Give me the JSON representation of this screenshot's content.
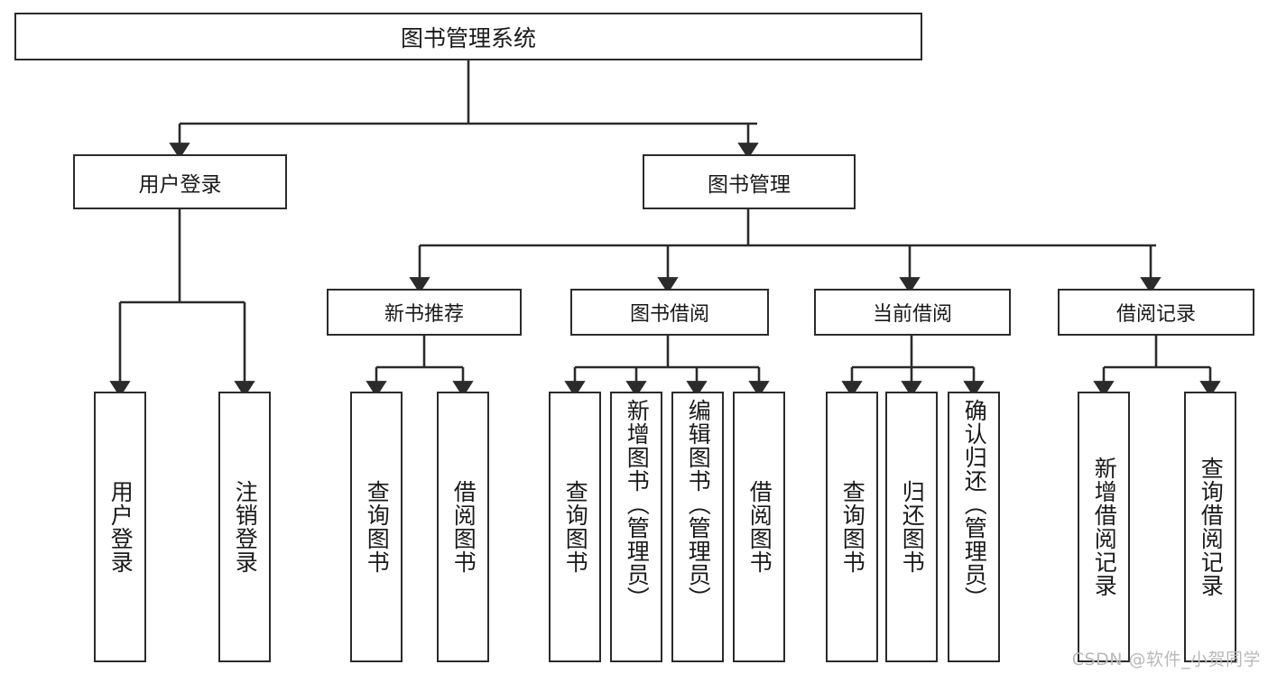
{
  "diagram": {
    "type": "tree-hierarchy",
    "title_node": {
      "label": "图书管理系统"
    },
    "level2": [
      {
        "id": "user-login",
        "label": "用户登录"
      },
      {
        "id": "book-management",
        "label": "图书管理"
      }
    ],
    "level3": [
      {
        "id": "new-book-recommend",
        "label": "新书推荐"
      },
      {
        "id": "book-borrow",
        "label": "图书借阅"
      },
      {
        "id": "current-borrow",
        "label": "当前借阅"
      },
      {
        "id": "borrow-record",
        "label": "借阅记录"
      }
    ],
    "leaves": {
      "user_login": [
        {
          "id": "leaf-user-login",
          "label": "用户登录"
        },
        {
          "id": "leaf-logout-login",
          "label": "注销登录"
        }
      ],
      "new_book_recommend": [
        {
          "id": "leaf-query-book-1",
          "label": "查询图书"
        },
        {
          "id": "leaf-borrow-book-1",
          "label": "借阅图书"
        }
      ],
      "book_borrow": [
        {
          "id": "leaf-query-book-2",
          "label": "查询图书"
        },
        {
          "id": "leaf-add-book",
          "label": "新增图书（管理员）"
        },
        {
          "id": "leaf-edit-book",
          "label": "编辑图书（管理员）"
        },
        {
          "id": "leaf-borrow-book-2",
          "label": "借阅图书"
        }
      ],
      "current_borrow": [
        {
          "id": "leaf-query-book-3",
          "label": "查询图书"
        },
        {
          "id": "leaf-return-book",
          "label": "归还图书"
        },
        {
          "id": "leaf-confirm-return",
          "label": "确认归还（管理员）"
        }
      ],
      "borrow_record": [
        {
          "id": "leaf-add-record",
          "label": "新增借阅记录"
        },
        {
          "id": "leaf-query-record",
          "label": "查询借阅记录"
        }
      ]
    },
    "colors": {
      "stroke": "#2b2b2b",
      "fill": "#ffffff",
      "text": "#1a1a1a",
      "watermark": "#b9b9b9"
    }
  },
  "watermark": {
    "text": "CSDN @软件_小贺同学"
  }
}
